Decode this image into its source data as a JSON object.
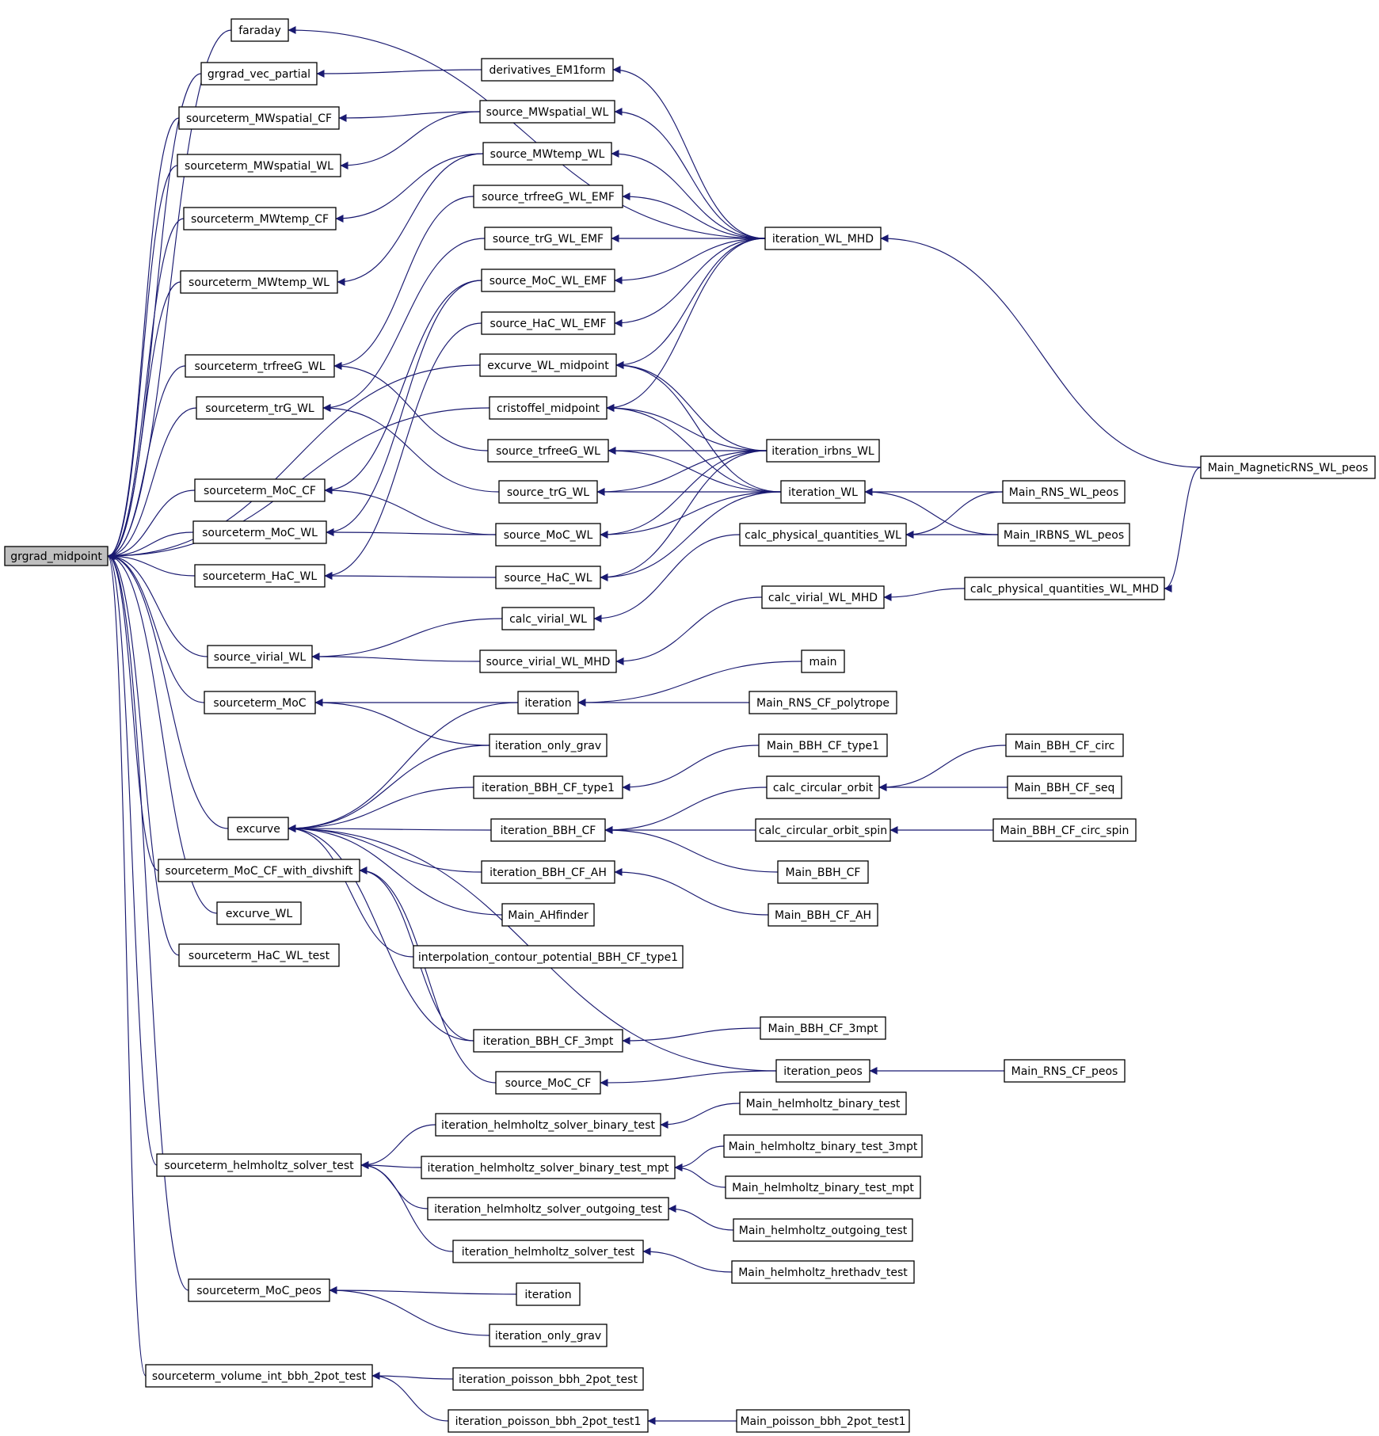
{
  "nodes": {
    "grgrad_midpoint": "grgrad_midpoint",
    "faraday": "faraday",
    "grgrad_vec_partial": "grgrad_vec_partial",
    "sourceterm_MWspatial_CF": "sourceterm_MWspatial_CF",
    "sourceterm_MWspatial_WL": "sourceterm_MWspatial_WL",
    "sourceterm_MWtemp_CF": "sourceterm_MWtemp_CF",
    "sourceterm_MWtemp_WL": "sourceterm_MWtemp_WL",
    "sourceterm_trfreeG_WL": "sourceterm_trfreeG_WL",
    "sourceterm_trG_WL": "sourceterm_trG_WL",
    "sourceterm_MoC_CF": "sourceterm_MoC_CF",
    "sourceterm_MoC_WL": "sourceterm_MoC_WL",
    "sourceterm_HaC_WL": "sourceterm_HaC_WL",
    "source_virial_WL": "source_virial_WL",
    "sourceterm_MoC": "sourceterm_MoC",
    "excurve": "excurve",
    "sourceterm_MoC_CF_with_divshift": "sourceterm_MoC_CF_with_divshift",
    "excurve_WL": "excurve_WL",
    "sourceterm_HaC_WL_test": "sourceterm_HaC_WL_test",
    "sourceterm_helmholtz_solver_test": "sourceterm_helmholtz_solver_test",
    "sourceterm_MoC_peos": "sourceterm_MoC_peos",
    "sourceterm_volume_int_bbh_2pot_test": "sourceterm_volume_int_bbh_2pot_test",
    "derivatives_EM1form": "derivatives_EM1form",
    "source_MWspatial_WL": "source_MWspatial_WL",
    "source_MWtemp_WL": "source_MWtemp_WL",
    "source_trfreeG_WL_EMF": "source_trfreeG_WL_EMF",
    "source_trG_WL_EMF": "source_trG_WL_EMF",
    "source_MoC_WL_EMF": "source_MoC_WL_EMF",
    "source_HaC_WL_EMF": "source_HaC_WL_EMF",
    "excurve_WL_midpoint": "excurve_WL_midpoint",
    "cristoffel_midpoint": "cristoffel_midpoint",
    "source_trfreeG_WL": "source_trfreeG_WL",
    "source_trG_WL": "source_trG_WL",
    "source_MoC_WL": "source_MoC_WL",
    "source_HaC_WL": "source_HaC_WL",
    "calc_virial_WL": "calc_virial_WL",
    "source_virial_WL_MHD": "source_virial_WL_MHD",
    "iteration_a": "iteration",
    "iteration_only_grav_a": "iteration_only_grav",
    "iteration_BBH_CF_type1": "iteration_BBH_CF_type1",
    "iteration_BBH_CF": "iteration_BBH_CF",
    "iteration_BBH_CF_AH": "iteration_BBH_CF_AH",
    "Main_AHfinder": "Main_AHfinder",
    "interpolation_contour_potential_BBH_CF_type1": "interpolation_contour_potential_BBH_CF_type1",
    "iteration_BBH_CF_3mpt": "iteration_BBH_CF_3mpt",
    "source_MoC_CF": "source_MoC_CF",
    "iteration_helmholtz_solver_binary_test": "iteration_helmholtz_solver_binary_test",
    "iteration_helmholtz_solver_binary_test_mpt": "iteration_helmholtz_solver_binary_test_mpt",
    "iteration_helmholtz_solver_outgoing_test": "iteration_helmholtz_solver_outgoing_test",
    "iteration_helmholtz_solver_test": "iteration_helmholtz_solver_test",
    "iteration_b": "iteration",
    "iteration_only_grav_b": "iteration_only_grav",
    "iteration_poisson_bbh_2pot_test": "iteration_poisson_bbh_2pot_test",
    "iteration_poisson_bbh_2pot_test1": "iteration_poisson_bbh_2pot_test1",
    "iteration_WL_MHD": "iteration_WL_MHD",
    "iteration_irbns_WL": "iteration_irbns_WL",
    "iteration_WL": "iteration_WL",
    "calc_physical_quantities_WL": "calc_physical_quantities_WL",
    "calc_virial_WL_MHD": "calc_virial_WL_MHD",
    "main": "main",
    "Main_RNS_CF_polytrope": "Main_RNS_CF_polytrope",
    "Main_BBH_CF_type1": "Main_BBH_CF_type1",
    "calc_circular_orbit": "calc_circular_orbit",
    "calc_circular_orbit_spin": "calc_circular_orbit_spin",
    "Main_BBH_CF": "Main_BBH_CF",
    "Main_BBH_CF_AH": "Main_BBH_CF_AH",
    "Main_BBH_CF_3mpt": "Main_BBH_CF_3mpt",
    "iteration_peos": "iteration_peos",
    "Main_helmholtz_binary_test": "Main_helmholtz_binary_test",
    "Main_helmholtz_binary_test_3mpt": "Main_helmholtz_binary_test_3mpt",
    "Main_helmholtz_binary_test_mpt": "Main_helmholtz_binary_test_mpt",
    "Main_helmholtz_outgoing_test": "Main_helmholtz_outgoing_test",
    "Main_helmholtz_hrethadv_test": "Main_helmholtz_hrethadv_test",
    "Main_poisson_bbh_2pot_test1": "Main_poisson_bbh_2pot_test1",
    "Main_RNS_WL_peos": "Main_RNS_WL_peos",
    "Main_IRBNS_WL_peos": "Main_IRBNS_WL_peos",
    "calc_physical_quantities_WL_MHD": "calc_physical_quantities_WL_MHD",
    "Main_BBH_CF_circ": "Main_BBH_CF_circ",
    "Main_BBH_CF_seq": "Main_BBH_CF_seq",
    "Main_BBH_CF_circ_spin": "Main_BBH_CF_circ_spin",
    "Main_RNS_CF_peos": "Main_RNS_CF_peos",
    "Main_MagneticRNS_WL_peos": "Main_MagneticRNS_WL_peos"
  },
  "edges": [
    [
      "grgrad_midpoint",
      "faraday"
    ],
    [
      "grgrad_midpoint",
      "grgrad_vec_partial"
    ],
    [
      "grgrad_midpoint",
      "sourceterm_MWspatial_CF"
    ],
    [
      "grgrad_midpoint",
      "sourceterm_MWspatial_WL"
    ],
    [
      "grgrad_midpoint",
      "sourceterm_MWtemp_CF"
    ],
    [
      "grgrad_midpoint",
      "sourceterm_MWtemp_WL"
    ],
    [
      "grgrad_midpoint",
      "sourceterm_trfreeG_WL"
    ],
    [
      "grgrad_midpoint",
      "sourceterm_trG_WL"
    ],
    [
      "grgrad_midpoint",
      "sourceterm_MoC_CF"
    ],
    [
      "grgrad_midpoint",
      "sourceterm_MoC_WL"
    ],
    [
      "grgrad_midpoint",
      "sourceterm_HaC_WL"
    ],
    [
      "grgrad_midpoint",
      "source_virial_WL"
    ],
    [
      "grgrad_midpoint",
      "sourceterm_MoC"
    ],
    [
      "grgrad_midpoint",
      "excurve"
    ],
    [
      "grgrad_midpoint",
      "sourceterm_MoC_CF_with_divshift"
    ],
    [
      "grgrad_midpoint",
      "excurve_WL"
    ],
    [
      "grgrad_midpoint",
      "sourceterm_HaC_WL_test"
    ],
    [
      "grgrad_midpoint",
      "sourceterm_helmholtz_solver_test"
    ],
    [
      "grgrad_midpoint",
      "sourceterm_MoC_peos"
    ],
    [
      "grgrad_midpoint",
      "sourceterm_volume_int_bbh_2pot_test"
    ],
    [
      "grgrad_midpoint",
      "excurve_WL_midpoint"
    ],
    [
      "grgrad_midpoint",
      "cristoffel_midpoint"
    ],
    [
      "faraday",
      "iteration_WL_MHD"
    ],
    [
      "grgrad_vec_partial",
      "derivatives_EM1form"
    ],
    [
      "derivatives_EM1form",
      "iteration_WL_MHD"
    ],
    [
      "sourceterm_MWspatial_CF",
      "source_MWspatial_WL"
    ],
    [
      "sourceterm_MWspatial_WL",
      "source_MWspatial_WL"
    ],
    [
      "source_MWspatial_WL",
      "iteration_WL_MHD"
    ],
    [
      "sourceterm_MWtemp_CF",
      "source_MWtemp_WL"
    ],
    [
      "sourceterm_MWtemp_WL",
      "source_MWtemp_WL"
    ],
    [
      "source_MWtemp_WL",
      "iteration_WL_MHD"
    ],
    [
      "sourceterm_trfreeG_WL",
      "source_trfreeG_WL_EMF"
    ],
    [
      "sourceterm_trfreeG_WL",
      "source_trfreeG_WL"
    ],
    [
      "sourceterm_trG_WL",
      "source_trG_WL_EMF"
    ],
    [
      "sourceterm_trG_WL",
      "source_trG_WL"
    ],
    [
      "sourceterm_MoC_CF",
      "source_MoC_WL_EMF"
    ],
    [
      "sourceterm_MoC_CF",
      "source_MoC_WL"
    ],
    [
      "sourceterm_MoC_WL",
      "source_MoC_WL_EMF"
    ],
    [
      "sourceterm_MoC_WL",
      "source_MoC_WL"
    ],
    [
      "sourceterm_HaC_WL",
      "source_HaC_WL_EMF"
    ],
    [
      "sourceterm_HaC_WL",
      "source_HaC_WL"
    ],
    [
      "source_trfreeG_WL_EMF",
      "iteration_WL_MHD"
    ],
    [
      "source_trG_WL_EMF",
      "iteration_WL_MHD"
    ],
    [
      "source_MoC_WL_EMF",
      "iteration_WL_MHD"
    ],
    [
      "source_HaC_WL_EMF",
      "iteration_WL_MHD"
    ],
    [
      "excurve_WL_midpoint",
      "iteration_WL_MHD"
    ],
    [
      "excurve_WL_midpoint",
      "iteration_irbns_WL"
    ],
    [
      "excurve_WL_midpoint",
      "iteration_WL"
    ],
    [
      "cristoffel_midpoint",
      "iteration_WL_MHD"
    ],
    [
      "cristoffel_midpoint",
      "iteration_irbns_WL"
    ],
    [
      "cristoffel_midpoint",
      "iteration_WL"
    ],
    [
      "source_trfreeG_WL",
      "iteration_irbns_WL"
    ],
    [
      "source_trfreeG_WL",
      "iteration_WL"
    ],
    [
      "source_trG_WL",
      "iteration_irbns_WL"
    ],
    [
      "source_trG_WL",
      "iteration_WL"
    ],
    [
      "source_MoC_WL",
      "iteration_irbns_WL"
    ],
    [
      "source_MoC_WL",
      "iteration_WL"
    ],
    [
      "source_HaC_WL",
      "iteration_irbns_WL"
    ],
    [
      "source_HaC_WL",
      "iteration_WL"
    ],
    [
      "source_virial_WL",
      "calc_virial_WL"
    ],
    [
      "source_virial_WL",
      "source_virial_WL_MHD"
    ],
    [
      "calc_virial_WL",
      "calc_physical_quantities_WL"
    ],
    [
      "source_virial_WL_MHD",
      "calc_virial_WL_MHD"
    ],
    [
      "calc_virial_WL_MHD",
      "calc_physical_quantities_WL_MHD"
    ],
    [
      "iteration_WL_MHD",
      "Main_MagneticRNS_WL_peos"
    ],
    [
      "calc_physical_quantities_WL_MHD",
      "Main_MagneticRNS_WL_peos"
    ],
    [
      "iteration_WL",
      "Main_RNS_WL_peos"
    ],
    [
      "iteration_WL",
      "Main_IRBNS_WL_peos"
    ],
    [
      "calc_physical_quantities_WL",
      "Main_RNS_WL_peos"
    ],
    [
      "calc_physical_quantities_WL",
      "Main_IRBNS_WL_peos"
    ],
    [
      "sourceterm_MoC",
      "iteration_a"
    ],
    [
      "sourceterm_MoC",
      "iteration_only_grav_a"
    ],
    [
      "iteration_a",
      "main"
    ],
    [
      "iteration_a",
      "Main_RNS_CF_polytrope"
    ],
    [
      "excurve",
      "iteration_a"
    ],
    [
      "excurve",
      "iteration_only_grav_a"
    ],
    [
      "excurve",
      "iteration_BBH_CF_type1"
    ],
    [
      "excurve",
      "iteration_BBH_CF"
    ],
    [
      "excurve",
      "iteration_BBH_CF_AH"
    ],
    [
      "excurve",
      "Main_AHfinder"
    ],
    [
      "excurve",
      "interpolation_contour_potential_BBH_CF_type1"
    ],
    [
      "excurve",
      "iteration_BBH_CF_3mpt"
    ],
    [
      "excurve",
      "iteration_peos"
    ],
    [
      "iteration_BBH_CF_type1",
      "Main_BBH_CF_type1"
    ],
    [
      "iteration_BBH_CF",
      "calc_circular_orbit"
    ],
    [
      "iteration_BBH_CF",
      "calc_circular_orbit_spin"
    ],
    [
      "iteration_BBH_CF",
      "Main_BBH_CF"
    ],
    [
      "calc_circular_orbit",
      "Main_BBH_CF_circ"
    ],
    [
      "calc_circular_orbit",
      "Main_BBH_CF_seq"
    ],
    [
      "calc_circular_orbit_spin",
      "Main_BBH_CF_circ_spin"
    ],
    [
      "iteration_BBH_CF_AH",
      "Main_BBH_CF_AH"
    ],
    [
      "iteration_BBH_CF_3mpt",
      "Main_BBH_CF_3mpt"
    ],
    [
      "sourceterm_MoC_CF_with_divshift",
      "iteration_BBH_CF_3mpt"
    ],
    [
      "sourceterm_MoC_CF_with_divshift",
      "source_MoC_CF"
    ],
    [
      "source_MoC_CF",
      "iteration_peos"
    ],
    [
      "iteration_peos",
      "Main_RNS_CF_peos"
    ],
    [
      "sourceterm_helmholtz_solver_test",
      "iteration_helmholtz_solver_binary_test"
    ],
    [
      "sourceterm_helmholtz_solver_test",
      "iteration_helmholtz_solver_binary_test_mpt"
    ],
    [
      "sourceterm_helmholtz_solver_test",
      "iteration_helmholtz_solver_outgoing_test"
    ],
    [
      "sourceterm_helmholtz_solver_test",
      "iteration_helmholtz_solver_test"
    ],
    [
      "iteration_helmholtz_solver_binary_test",
      "Main_helmholtz_binary_test"
    ],
    [
      "iteration_helmholtz_solver_binary_test_mpt",
      "Main_helmholtz_binary_test_3mpt"
    ],
    [
      "iteration_helmholtz_solver_binary_test_mpt",
      "Main_helmholtz_binary_test_mpt"
    ],
    [
      "iteration_helmholtz_solver_outgoing_test",
      "Main_helmholtz_outgoing_test"
    ],
    [
      "iteration_helmholtz_solver_test",
      "Main_helmholtz_hrethadv_test"
    ],
    [
      "sourceterm_MoC_peos",
      "iteration_b"
    ],
    [
      "sourceterm_MoC_peos",
      "iteration_only_grav_b"
    ],
    [
      "sourceterm_volume_int_bbh_2pot_test",
      "iteration_poisson_bbh_2pot_test"
    ],
    [
      "sourceterm_volume_int_bbh_2pot_test",
      "iteration_poisson_bbh_2pot_test1"
    ],
    [
      "iteration_poisson_bbh_2pot_test1",
      "Main_poisson_bbh_2pot_test1"
    ]
  ],
  "colors": {
    "edge": "#191970",
    "root_fill": "#bfbfbf",
    "node_fill": "#ffffff",
    "border": "#000000"
  }
}
